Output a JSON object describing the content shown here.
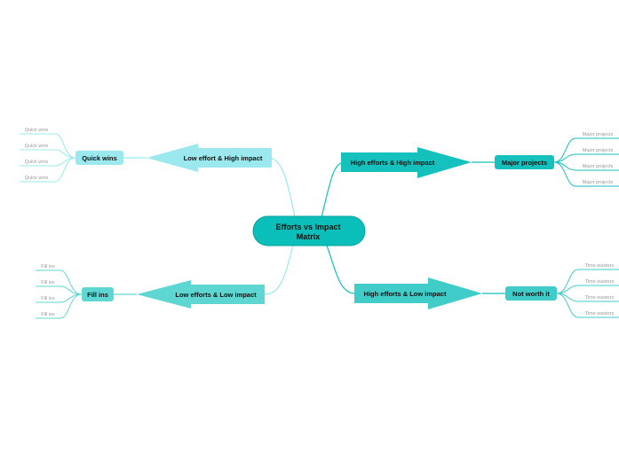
{
  "central": {
    "line1": "Efforts vs Impact",
    "line2": "Matrix"
  },
  "branches": {
    "top_left": {
      "arrow_label": "Low effort & High impact",
      "category": "Quick wins",
      "leaves": [
        "Quick wins",
        "Quick wins",
        "Quick wins",
        "Quick wins"
      ]
    },
    "top_right": {
      "arrow_label": "High efforts & High impact",
      "category": "Major projects",
      "leaves": [
        "Major projects",
        "Major projects",
        "Major projects",
        "Major projects"
      ]
    },
    "bottom_left": {
      "arrow_label": "Low efforts & Low impact",
      "category": "Fill ins",
      "leaves": [
        "Fill ins",
        "Fill ins",
        "Fill ins",
        "Fill ins"
      ]
    },
    "bottom_right": {
      "arrow_label": "High efforts & Low impact",
      "category": "Not worth it",
      "leaves": [
        "Time wasters",
        "Time wasters",
        "Time wasters",
        "Time wasters"
      ]
    }
  },
  "colors": {
    "central": "#0abfba",
    "central_border": "#08a19d",
    "light_cyan": "#9be8ee",
    "teal": "#14c1bd",
    "mid_teal": "#5ed6d2",
    "leaf_text": "#9a9a9a",
    "text_dark": "#111111"
  }
}
